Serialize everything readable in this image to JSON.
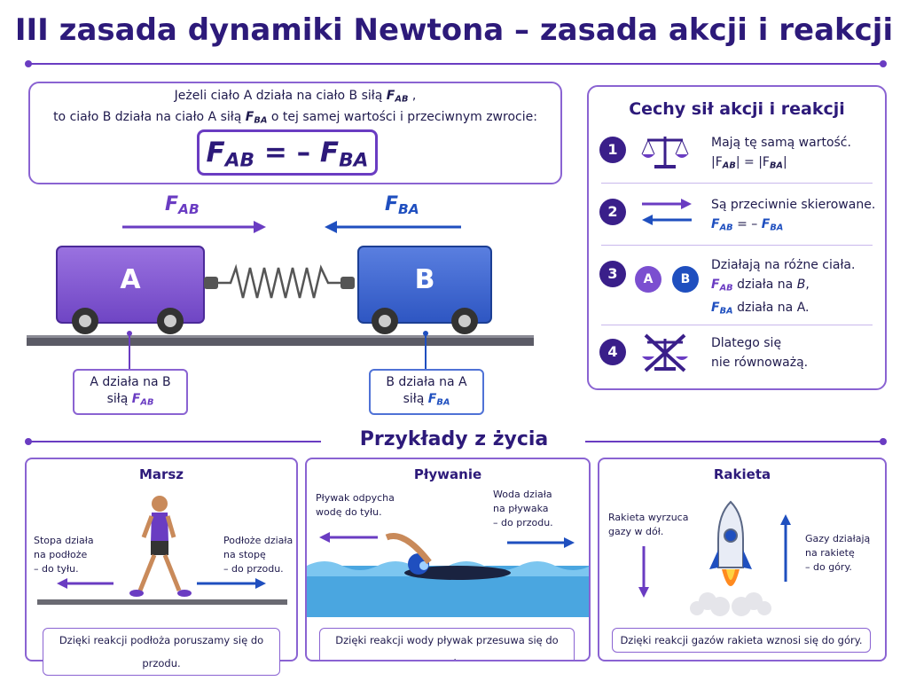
{
  "title": "III zasada dynamiki Newtona – zasada akcji i reakcji",
  "law": {
    "line1_pre": "Jeżeli ciało A działa na ciało B siłą ",
    "line1_force": "F",
    "line1_sub": "AB",
    "line1_post": " ,",
    "line2_pre": "to ciało B działa na ciało A siłą ",
    "line2_force": "F",
    "line2_sub": "BA",
    "line2_post": " o tej samej wartości i przeciwnym zwrocie:",
    "eq_lhs": "F",
    "eq_lhs_sub": "AB",
    "eq_mid": " = – ",
    "eq_rhs": "F",
    "eq_rhs_sub": "BA"
  },
  "carts": {
    "force_ab": "F",
    "force_ab_sub": "AB",
    "force_ba": "F",
    "force_ba_sub": "BA",
    "cart_a": "A",
    "cart_b": "B",
    "caption_a_l1": "A działa na B",
    "caption_a_l2": "siłą ",
    "caption_a_force": "F",
    "caption_a_sub": "AB",
    "caption_b_l1": "B działa na A",
    "caption_b_l2": "siłą ",
    "caption_b_force": "F",
    "caption_b_sub": "BA"
  },
  "features": {
    "title": "Cechy sił akcji i reakcji",
    "items": [
      {
        "num": "1",
        "line1": "Mają tę samą wartość.",
        "line2": "|F",
        "f1_sub": "AB",
        "mid": "| = |F",
        "f2_sub": "BA",
        "end": "|"
      },
      {
        "num": "2",
        "line1": "Są przeciwnie skierowane.",
        "eq_l": "F",
        "eq_l_sub": "AB",
        "eq_mid": " = –",
        "eq_r": "F",
        "eq_r_sub": "BA"
      },
      {
        "num": "3",
        "line1": "Działają na różne ciała.",
        "l2_force": "F",
        "l2_sub": "AB",
        "l2_text": " działa na ",
        "l2_target": "B",
        "l2_end": ",",
        "l3_force": "F",
        "l3_sub": "BA",
        "l3_text": " działa na A.",
        "circle_a": "A",
        "circle_b": "B"
      },
      {
        "num": "4",
        "line1": "Dlatego się",
        "line2": "nie równoważą."
      }
    ]
  },
  "examples": {
    "section_title": "Przykłady z życia",
    "panels": [
      {
        "title": "Marsz",
        "left_l1": "Stopa działa",
        "left_l2": "na podłoże",
        "left_l3": "– do tyłu.",
        "right_l1": "Podłoże działa",
        "right_l2": "na stopę",
        "right_l3": "– do przodu.",
        "conclusion": "Dzięki reakcji podłoża poruszamy się do przodu."
      },
      {
        "title": "Pływanie",
        "left_l1": "Pływak odpycha",
        "left_l2": "wodę do tyłu.",
        "right_l1": "Woda działa",
        "right_l2": "na pływaka",
        "right_l3": "– do przodu.",
        "conclusion": "Dzięki reakcji wody pływak przesuwa się do przodu."
      },
      {
        "title": "Rakieta",
        "left_l1": "Rakieta wyrzuca",
        "left_l2": "gazy w dół.",
        "right_l1": "Gazy działają",
        "right_l2": "na rakietę",
        "right_l3": "– do góry.",
        "conclusion": "Dzięki reakcji gazów rakieta wznosi się do góry."
      }
    ]
  },
  "colors": {
    "purple": "#6a3cc2",
    "blue": "#1f4fbf",
    "navy": "#2d1a7a"
  }
}
